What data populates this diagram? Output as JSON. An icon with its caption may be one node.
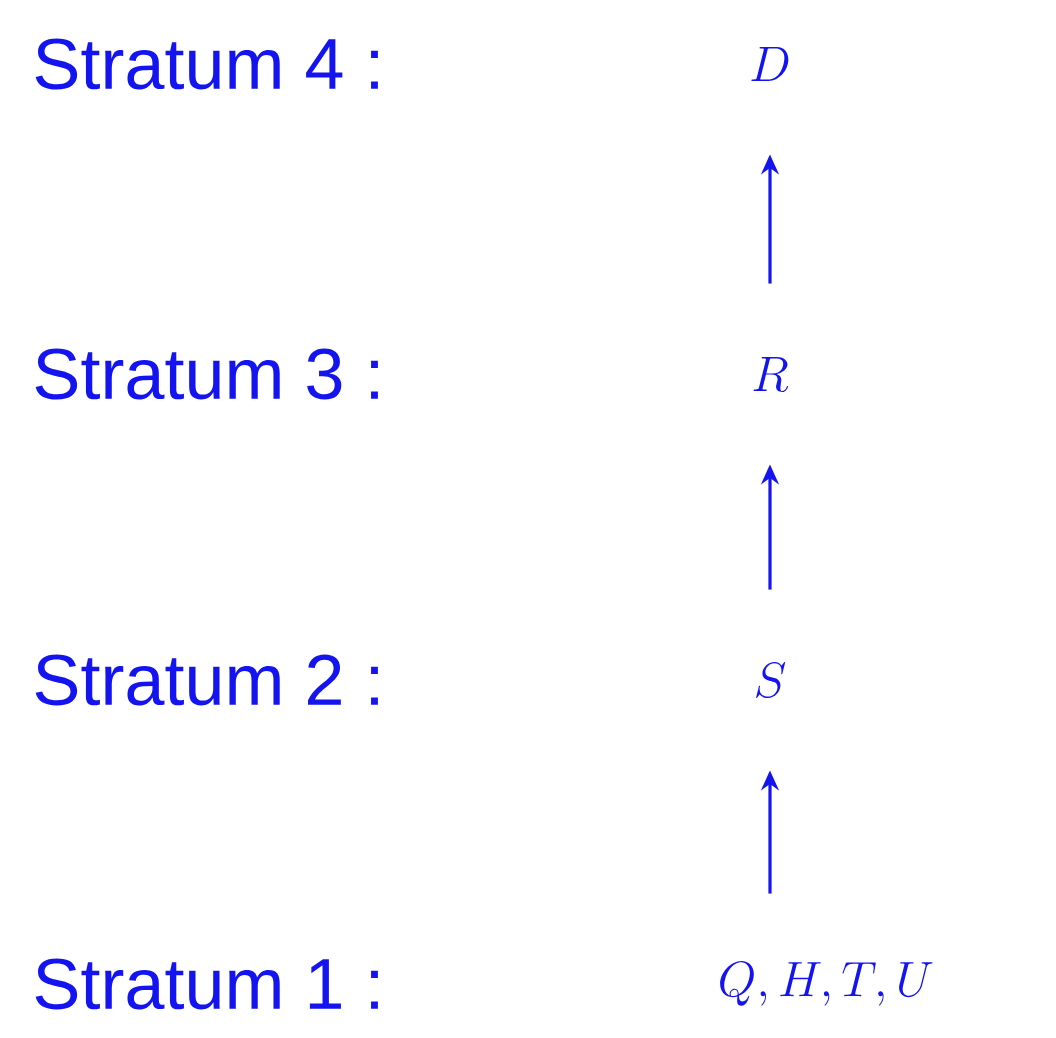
{
  "diagram": {
    "nodes": [
      {
        "text": [
          "D"
        ]
      },
      {
        "text": [
          "R"
        ]
      },
      {
        "text": [
          "S"
        ]
      },
      {
        "text": [
          "Q,H,T,U"
        ]
      }
    ],
    "edges": [
      {
        "from": 1,
        "to": 0,
        "arrow": "to"
      },
      {
        "from": 2,
        "to": 1,
        "arrow": "to"
      },
      {
        "from": 3,
        "to": 2,
        "arrow": "to"
      }
    ],
    "labels": [
      "Stratum 4 :",
      "Stratum 3 :",
      "Stratum 2 :",
      "Stratum 1 :"
    ]
  }
}
